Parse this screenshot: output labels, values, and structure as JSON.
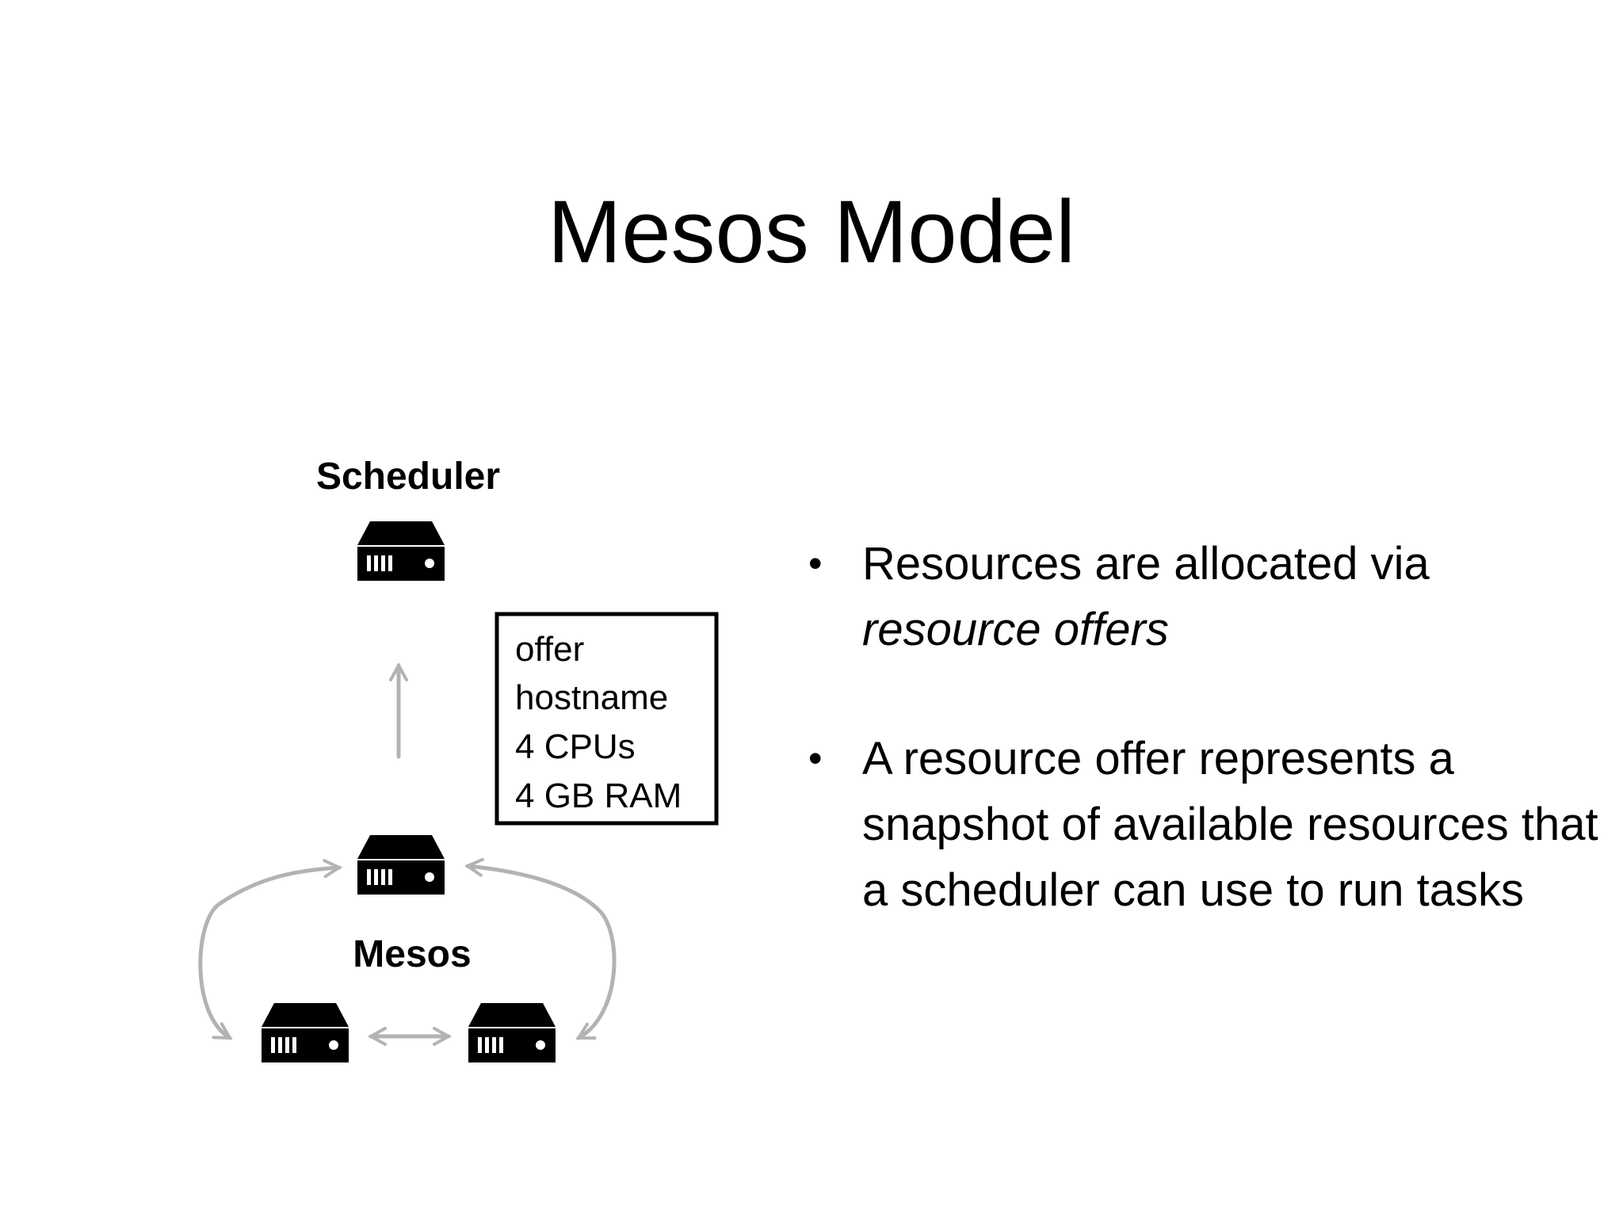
{
  "slide": {
    "title": "Mesos Model"
  },
  "diagram": {
    "scheduler_label": "Scheduler",
    "mesos_label": "Mesos",
    "offer_box": {
      "lines": [
        "offer",
        "hostname",
        "4 CPUs",
        "4 GB RAM"
      ]
    },
    "arrow_color": "#b3b3b3",
    "server_color": "#000000"
  },
  "bullets": [
    {
      "text_before": "Resources are allocated via ",
      "emphasis": "resource offers",
      "text_after": ""
    },
    {
      "text_before": "A resource offer represents a snapshot of available resources that a scheduler can use to run tasks",
      "emphasis": "",
      "text_after": ""
    }
  ],
  "bullet_glyph": "•"
}
